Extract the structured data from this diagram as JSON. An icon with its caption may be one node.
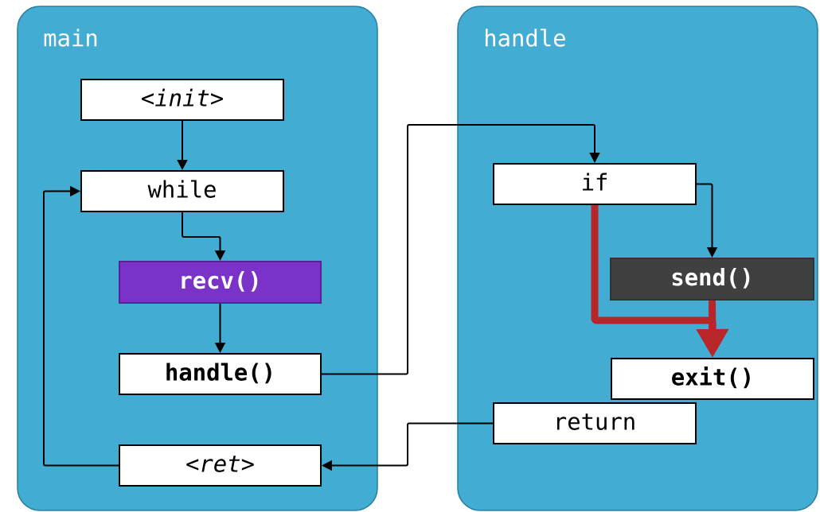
{
  "diagram": {
    "nodes": [
      {
        "text": [
          "main"
        ]
      },
      {
        "text": [
          "<*init*>"
        ],
        "in": 0
      },
      {
        "text": [
          "while"
        ],
        "in": 0
      },
      {
        "text": [
          "recv()"
        ],
        "in": 0
      },
      {
        "text": [
          "handle()"
        ],
        "in": 0
      },
      {
        "text": [
          "<*ret*>"
        ],
        "in": 0
      },
      {
        "text": [
          "handle"
        ]
      },
      {
        "text": [
          "if"
        ],
        "in": 6
      },
      {
        "text": [
          "send()"
        ],
        "in": 6
      },
      {
        "text": [
          "exit()"
        ],
        "in": 6
      },
      {
        "text": [
          "return"
        ],
        "in": 6
      }
    ],
    "edges": [
      {
        "from": 1,
        "to": 2,
        "arrow": "to"
      },
      {
        "from": 2,
        "to": 3,
        "arrow": "to"
      },
      {
        "from": 3,
        "to": 4,
        "arrow": "to"
      },
      {
        "from": 4,
        "to": 7,
        "arrow": "to"
      },
      {
        "from": 7,
        "to": 8,
        "arrow": "to"
      },
      {
        "from": 7,
        "to": 9,
        "arrow": "to",
        "style": "thick",
        "color": "#b8262a"
      },
      {
        "from": 8,
        "to": 9,
        "arrow": "to",
        "style": "thick",
        "color": "#b8262a"
      },
      {
        "from": 10,
        "to": 5,
        "arrow": "to"
      },
      {
        "from": 5,
        "to": 2,
        "arrow": "to"
      }
    ]
  }
}
